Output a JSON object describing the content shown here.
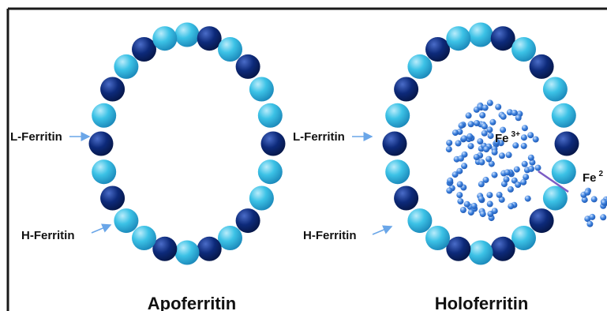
{
  "colors": {
    "light_subunit": "#3cc2e6",
    "dark_subunit": "#0d2a7a",
    "iron_dot": "#3a7fdc",
    "arrow": "#6aa6e8",
    "frame": "#1a1a1a",
    "entry_line": "#7c5cc4"
  },
  "apoferritin": {
    "l_label": "L-Ferritin",
    "h_label": "H-Ferritin",
    "title": "Apoferritin"
  },
  "holoferritin": {
    "l_label": "L-Ferritin",
    "h_label": "H-Ferritin",
    "title": "Holoferritin",
    "fe_inside": "Fe",
    "fe_inside_charge": "3+",
    "fe_outside": "Fe",
    "fe_outside_charge": "2"
  }
}
